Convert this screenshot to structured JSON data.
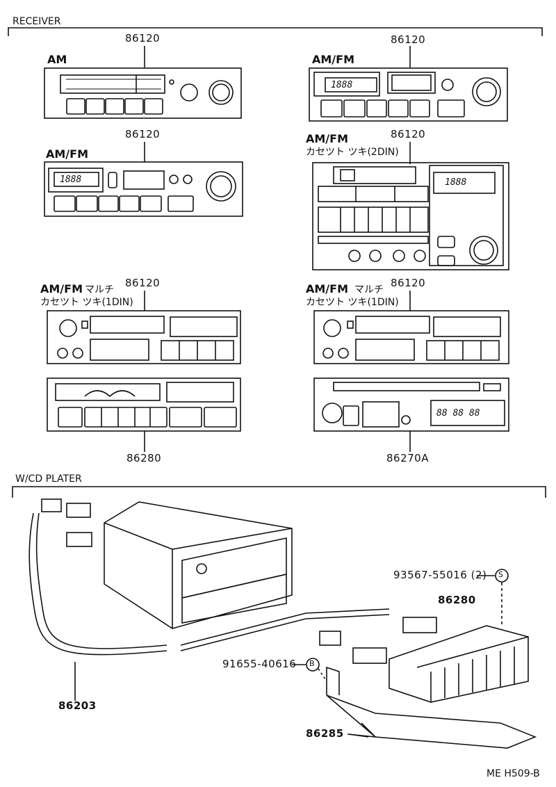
{
  "sections": {
    "receiver": "RECEIVER",
    "cd": "W/CD PLATER"
  },
  "units": [
    {
      "part": "86120",
      "title": "AM",
      "subtitle": ""
    },
    {
      "part": "86120",
      "title": "AM/FM",
      "subtitle": ""
    },
    {
      "part": "86120",
      "title": "AM/FM",
      "subtitle": ""
    },
    {
      "part": "86120",
      "title": "AM/FM",
      "subtitle": "カセツト ツキ(2DIN)"
    },
    {
      "part": "86120",
      "title": "AM/FM",
      "title2": "マルチ",
      "subtitle": "カセツト ツキ(1DIN)"
    },
    {
      "part": "86120",
      "title": "AM/FM",
      "title2": "マルチ",
      "subtitle": "カセツト ツキ(1DIN)"
    }
  ],
  "bottom_parts": {
    "left": "86280",
    "right": "86270A"
  },
  "displays": {
    "d1": "1888",
    "d2": "1888",
    "d3": "1888",
    "cd": "88 88 88"
  },
  "callouts": {
    "bolt": "93567-55016 (2)",
    "bolt_marker": "S",
    "amp": "86280",
    "screw": "91655-40616",
    "screw_marker": "B",
    "harness": "86203",
    "bracket": "86285"
  },
  "footer": "ME H509-B"
}
